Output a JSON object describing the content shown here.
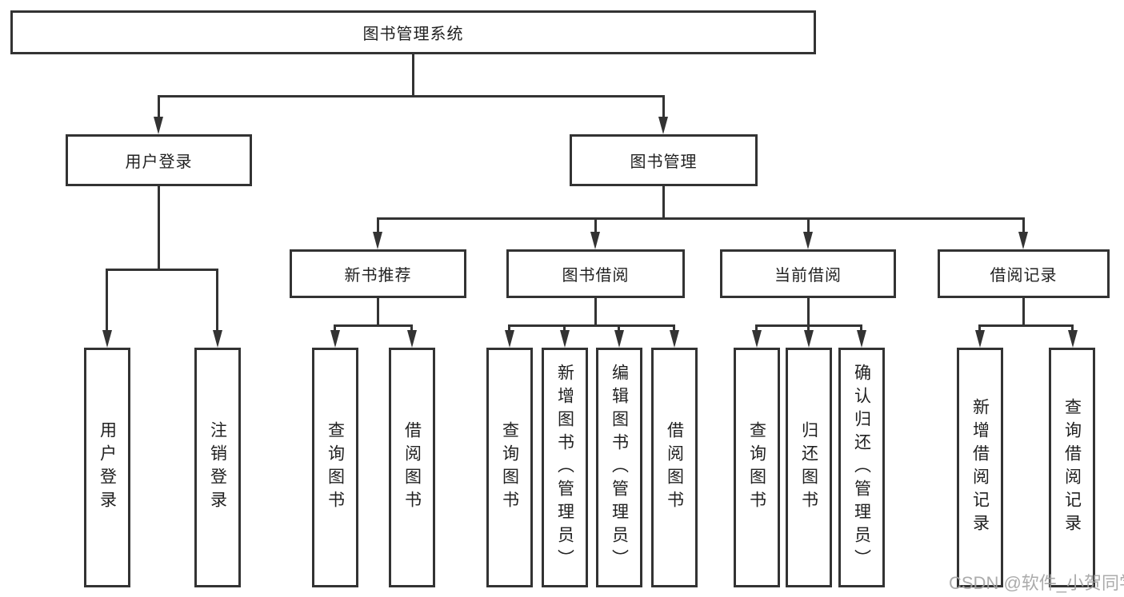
{
  "nodes": {
    "root": "图书管理系统",
    "level2": [
      "用户登录",
      "图书管理"
    ],
    "level3": [
      "新书推荐",
      "图书借阅",
      "当前借阅",
      "借阅记录"
    ],
    "leaves": {
      "user_login": [
        "用户登录",
        "注销登录"
      ],
      "new_books": [
        "查询图书",
        "借阅图书"
      ],
      "book_borrow": [
        "查询图书",
        "新增图书（管理员）",
        "编辑图书（管理员）",
        "借阅图书"
      ],
      "current_borrow": [
        "查询图书",
        "归还图书",
        "确认归还（管理员）"
      ],
      "borrow_records": [
        "新增借阅记录",
        "查询借阅记录"
      ]
    }
  },
  "watermark": "CSDN @软件_小贺同学",
  "colors": {
    "line": "#333333",
    "text": "#212121",
    "watermark": "#a3a3a3",
    "background": "#ffffff"
  }
}
